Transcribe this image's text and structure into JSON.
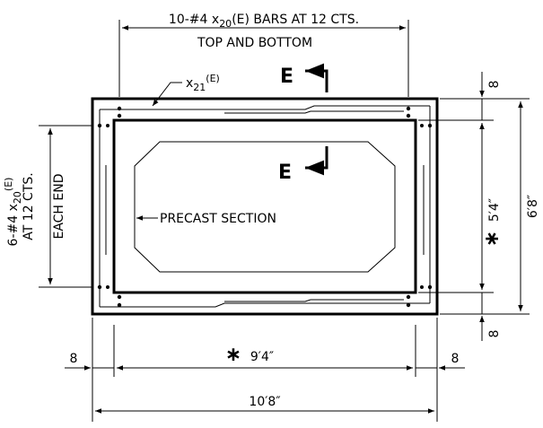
{
  "top_note": {
    "line1_pre": "10-#4",
    "line1_mark": "x",
    "line1_sub": "20",
    "line1_post": "(E) BARS AT 12 CTS.",
    "line2": "TOP AND BOTTOM"
  },
  "corner_bar": {
    "mark": "x",
    "sub": "21",
    "suffix": "(E)"
  },
  "section_marker_top": "E",
  "section_marker_bottom": "E",
  "precast_label": "PRECAST SECTION",
  "left_note": {
    "line1_pre": "6-#4",
    "line1_mark": "x",
    "line1_sub": "20",
    "line1_suffix": "(E)",
    "line2": "AT 12 CTS.",
    "line3": "EACH END"
  },
  "dims": {
    "right_top": "8",
    "right_inner_height": "5′4″",
    "right_overall_height": "6′8″",
    "right_bottom": "8",
    "bottom_left": "8",
    "bottom_inner_width": "9′4″",
    "bottom_right": "8",
    "bottom_overall_width": "10′8″",
    "asterisk": "∗"
  }
}
